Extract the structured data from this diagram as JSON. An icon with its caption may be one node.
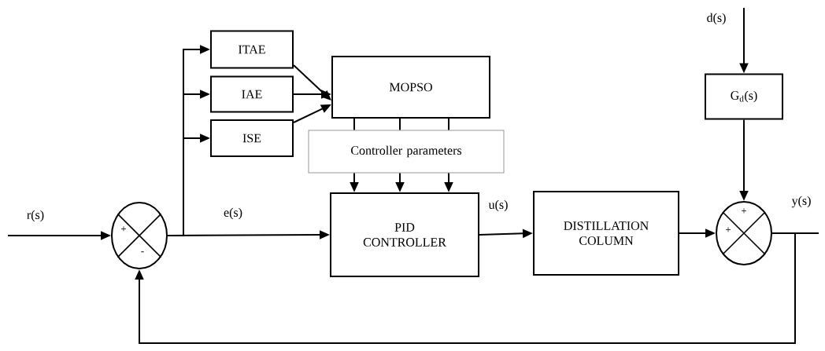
{
  "diagram": {
    "nodes": [
      {
        "text": [
          "+",
          "-"
        ]
      },
      {
        "text": [
          "ITAE"
        ]
      },
      {
        "text": [
          "IAE"
        ]
      },
      {
        "text": [
          "ISE"
        ]
      },
      {
        "text": [
          "MOPSO"
        ]
      },
      {
        "text": [
          "Controller parameters"
        ]
      },
      {
        "text": [
          "PID CONTROLLER"
        ]
      },
      {
        "text": [
          "DISTILLATION COLUMN"
        ]
      },
      {
        "text": [
          "G$_{d}$(s)"
        ]
      },
      {
        "text": [
          "+",
          "+"
        ]
      }
    ],
    "edges": [
      {
        "from": null,
        "to": 0,
        "arrow": "to",
        "label": "r(s)"
      },
      {
        "from": 0,
        "to": 1,
        "arrow": "to"
      },
      {
        "from": 0,
        "to": 2,
        "arrow": "to"
      },
      {
        "from": 0,
        "to": 3,
        "arrow": "to"
      },
      {
        "from": 0,
        "to": 6,
        "arrow": "to",
        "label": "e(s)"
      },
      {
        "from": 1,
        "to": 4,
        "arrow": "to"
      },
      {
        "from": 2,
        "to": 4,
        "arrow": "to"
      },
      {
        "from": 3,
        "to": 4,
        "arrow": "to"
      },
      {
        "from": 4,
        "to": 5,
        "arrow": "none"
      },
      {
        "from": 4,
        "to": 5,
        "arrow": "none"
      },
      {
        "from": 4,
        "to": 5,
        "arrow": "none"
      },
      {
        "from": 5,
        "to": 6,
        "arrow": "to"
      },
      {
        "from": 5,
        "to": 6,
        "arrow": "to"
      },
      {
        "from": 5,
        "to": 6,
        "arrow": "to"
      },
      {
        "from": 6,
        "to": 7,
        "arrow": "to",
        "label": "u(s)"
      },
      {
        "from": 7,
        "to": 9,
        "arrow": "to"
      },
      {
        "from": null,
        "to": 8,
        "arrow": "to",
        "label": "d(s)"
      },
      {
        "from": 8,
        "to": 9,
        "arrow": "to"
      },
      {
        "from": 9,
        "to": null,
        "arrow": "none",
        "label": "y(s)"
      },
      {
        "from": 9,
        "to": 0,
        "arrow": "to"
      }
    ]
  }
}
